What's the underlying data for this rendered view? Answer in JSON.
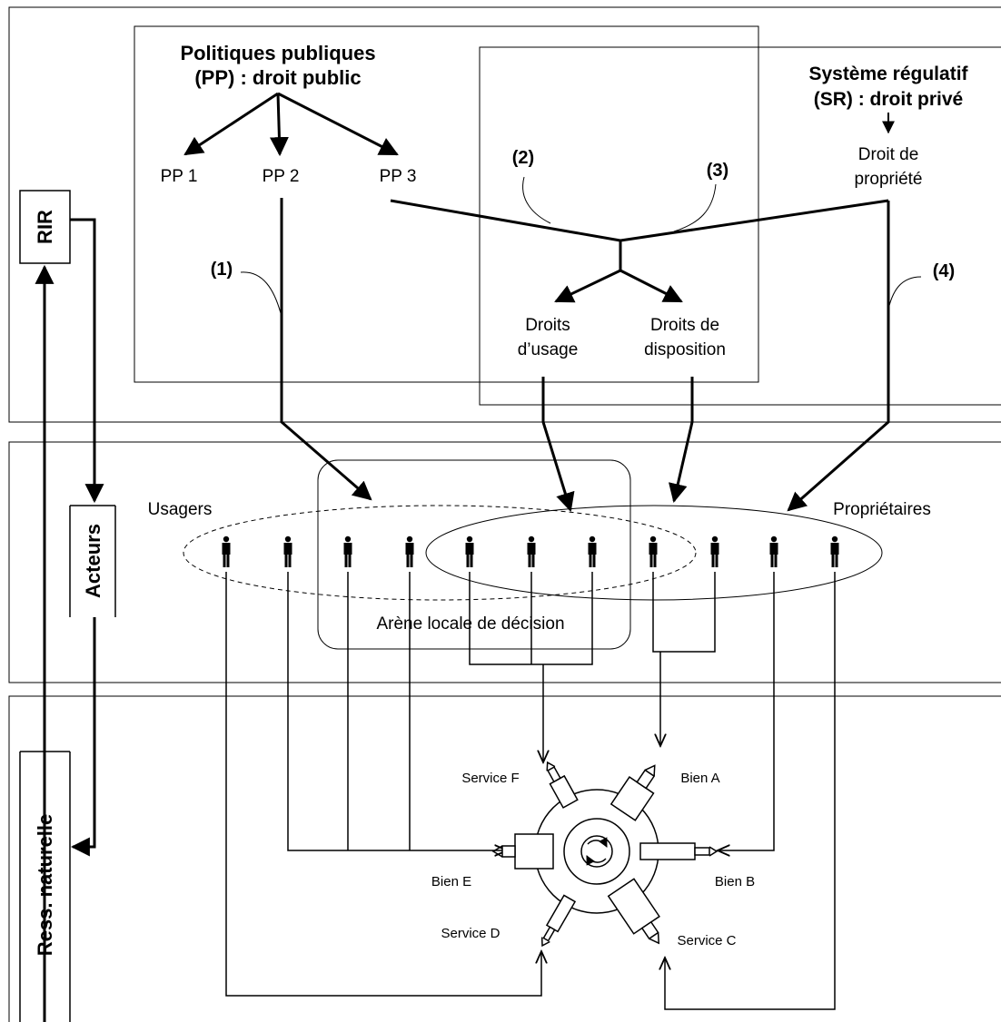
{
  "top": {
    "pp_title_line1": "Politiques publiques",
    "pp_title_line2": "(PP) : droit public",
    "sr_title_line1": "Système régulatif",
    "sr_title_line2": "(SR) : droit privé",
    "pp_items": [
      "PP 1",
      "PP 2",
      "PP 3"
    ],
    "property_line1": "Droit de",
    "property_line2": "propriété",
    "marker_1": "(1)",
    "marker_2": "(2)",
    "marker_3": "(3)",
    "marker_4": "(4)",
    "usage_line1": "Droits",
    "usage_line2": "d’usage",
    "disposition_line1": "Droits de",
    "disposition_line2": "disposition"
  },
  "left": {
    "rir": "RIR",
    "acteurs": "Acteurs",
    "ressource": "Ress. naturelle"
  },
  "middle": {
    "usagers": "Usagers",
    "proprietaires": "Propriétaires",
    "arena": "Arène locale de décision"
  },
  "bottom": {
    "service_f": "Service F",
    "bien_a": "Bien A",
    "bien_b": "Bien B",
    "service_c": "Service C",
    "service_d": "Service D",
    "bien_e": "Bien E"
  }
}
